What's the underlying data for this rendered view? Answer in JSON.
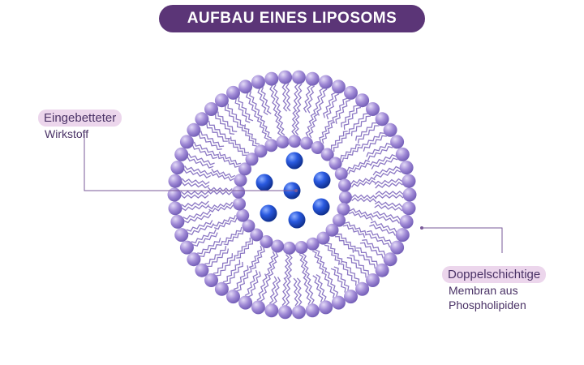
{
  "title": "AUFBAU EINES LIPOSOMS",
  "labels": {
    "embedded_drug": {
      "highlight": "Eingebetteter",
      "rest": "Wirkstoff"
    },
    "bilayer_membrane": {
      "highlight": "Doppelschichtige",
      "line2": "Membran aus",
      "line3": "Phospholipiden"
    }
  },
  "colors": {
    "title_bg": "#5b3577",
    "lipid_head": "#a08ad6",
    "lipid_tail": "#8c78c4",
    "drug": "#1f4fd6",
    "label_highlight": "#ecd6ec",
    "leader_line": "#7a5a99"
  }
}
